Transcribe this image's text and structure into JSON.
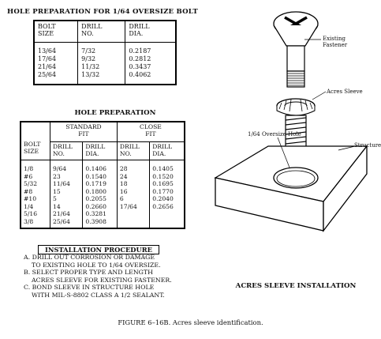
{
  "table1": {
    "title": "HOLE PREPARATION FOR 1/64 OVERSIZE BOLT",
    "headers": {
      "bolt_1": "BOLT",
      "bolt_2": "SIZE",
      "drill_1": "DRILL",
      "drill_2": "NO.",
      "dia_1": "DRILL",
      "dia_2": "DIA."
    },
    "rows": [
      {
        "bolt": "13/64",
        "drill": "7/32",
        "dia": "0.2187"
      },
      {
        "bolt": "17/64",
        "drill": "9/32",
        "dia": "0.2812"
      },
      {
        "bolt": "21/64",
        "drill": "11/32",
        "dia": "0.3437"
      },
      {
        "bolt": "25/64",
        "drill": "13/32",
        "dia": "0.4062"
      }
    ]
  },
  "table2": {
    "title": "HOLE PREPARATION",
    "headers": {
      "bolt_1": "BOLT",
      "bolt_2": "SIZE",
      "standard_1": "STANDARD",
      "standard_2": "FIT",
      "close_1": "CLOSE",
      "close_2": "FIT",
      "drill_no_1": "DRILL",
      "drill_no_2": "NO.",
      "drill_dia_1": "DRILL",
      "drill_dia_2": "DIA."
    },
    "rows": [
      {
        "bolt": "1/8",
        "std_no": "9/64",
        "std_dia": "0.1406",
        "close_no": "28",
        "close_dia": "0.1405"
      },
      {
        "bolt": "#6",
        "std_no": "23",
        "std_dia": "0.1540",
        "close_no": "24",
        "close_dia": "0.1520"
      },
      {
        "bolt": "5/32",
        "std_no": "11/64",
        "std_dia": "0.1719",
        "close_no": "18",
        "close_dia": "0.1695"
      },
      {
        "bolt": "#8",
        "std_no": "15",
        "std_dia": "0.1800",
        "close_no": "16",
        "close_dia": "0.1770"
      },
      {
        "bolt": "#10",
        "std_no": "5",
        "std_dia": "0.2055",
        "close_no": "6",
        "close_dia": "0.2040"
      },
      {
        "bolt": "1/4",
        "std_no": "14",
        "std_dia": "0.2660",
        "close_no": "17/64",
        "close_dia": "0.2656"
      },
      {
        "bolt": "5/16",
        "std_no": "21/64",
        "std_dia": "0.3281",
        "close_no": "",
        "close_dia": ""
      },
      {
        "bolt": "3/8",
        "std_no": "25/64",
        "std_dia": "0.3908",
        "close_no": "",
        "close_dia": ""
      }
    ]
  },
  "procedure": {
    "title": "INSTALLATION PROCEDURE",
    "steps": [
      {
        "line1": "A.  DRILL OUT CORROSION OR DAMAGE",
        "line2": "TO EXISTING HOLE TO 1/64 OVERSIZE."
      },
      {
        "line1": "B.  SELECT PROPER TYPE AND LENGTH",
        "line2": "ACRES SLEEVE FOR EXISTING FASTENER."
      },
      {
        "line1": "C.  BOND SLEEVE IN STRUCTURE HOLE",
        "line2": "WITH MIL-S-8802 CLASS A 1/2 SEALANT."
      }
    ]
  },
  "illustration": {
    "label_fastener_1": "Existing",
    "label_fastener_2": "Fastener",
    "label_sleeve": "Acres Sleeve",
    "label_hole": "1/64 Oversize Hole",
    "label_structure": "Structure",
    "caption": "ACRES SLEEVE INSTALLATION"
  },
  "figure_caption": "FIGURE 6–16B.   Acres sleeve identification."
}
